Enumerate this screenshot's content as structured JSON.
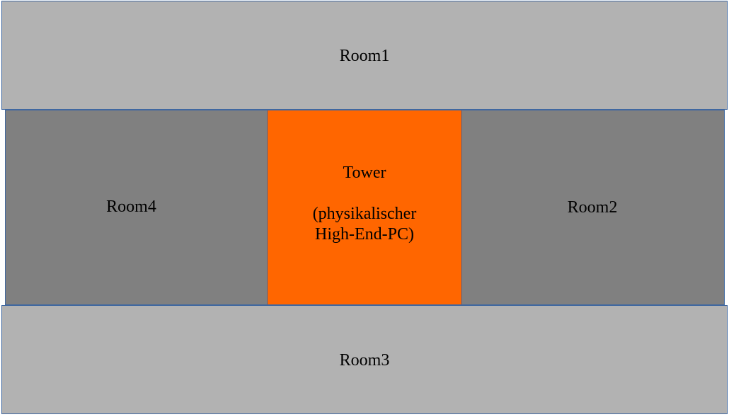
{
  "diagram": {
    "rooms": {
      "room1": "Room1",
      "room2": "Room2",
      "room3": "Room3",
      "room4": "Room4"
    },
    "tower": {
      "title": "Tower",
      "line1": "(physikalischer",
      "line2": "High-End-PC)"
    },
    "colors": {
      "outer_rooms": "#b2b2b2",
      "side_rooms": "#808080",
      "tower": "#ff6600",
      "border": "#3f67a0"
    }
  }
}
